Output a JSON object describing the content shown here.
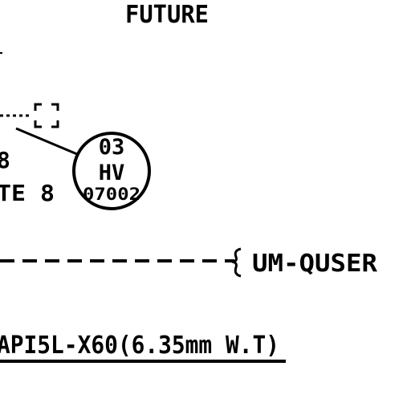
{
  "labels": {
    "future": "FUTURE",
    "partial_number": "8",
    "partial_route": "TE 8",
    "flow_target": "UM-QUSER",
    "pipe_spec": "API5L-X60(6.35mm W.T)"
  },
  "valve_bubble": {
    "line_number": "03",
    "type_code": "HV",
    "tag_number": "07002"
  },
  "colors": {
    "ink": "#000000",
    "background": "#ffffff"
  }
}
